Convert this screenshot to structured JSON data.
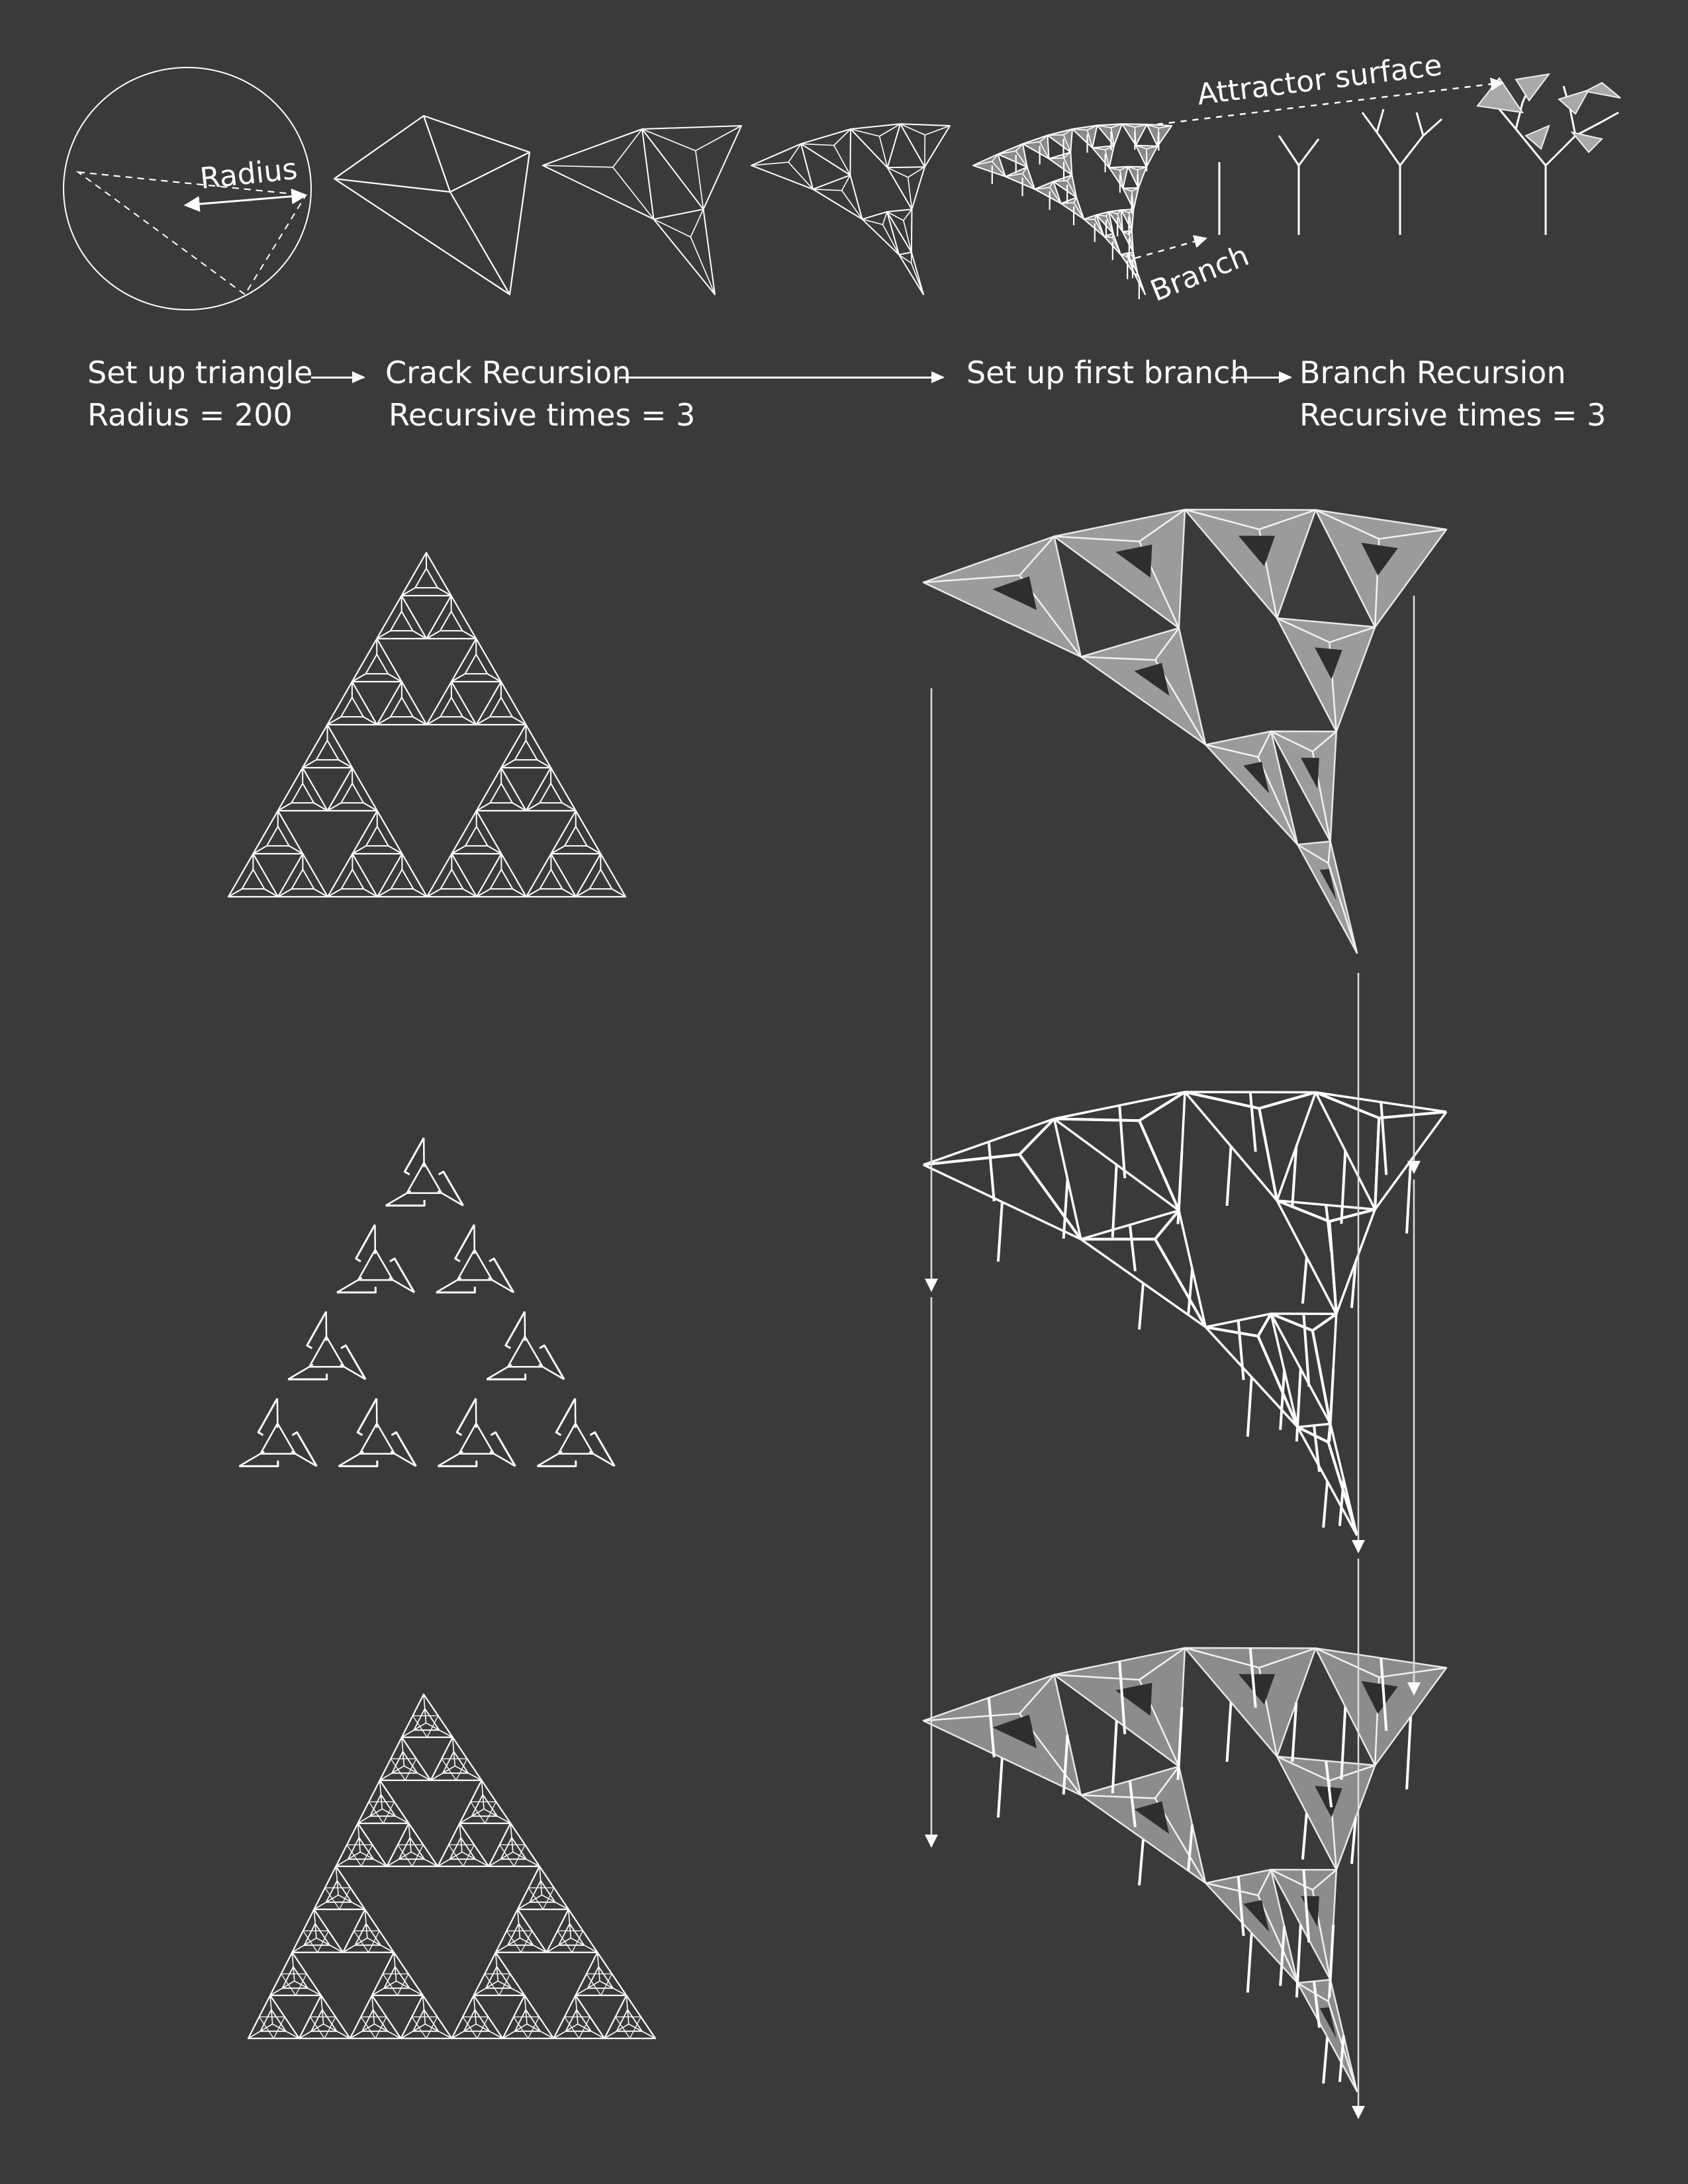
{
  "colors": {
    "background": "#3a3a3a",
    "line": "#ffffff",
    "surface_fill": "#9a9a9a",
    "surface_edge": "#e6e6e6"
  },
  "top_annotations": {
    "radius": "Radius",
    "attractor": "Attractor surface",
    "branch": "Branch"
  },
  "steps": [
    {
      "title": "Set up triangle",
      "detail": "Radius = 200"
    },
    {
      "title": "Crack Recursion",
      "detail": "Recursive times = 3"
    },
    {
      "title": "Set up first branch",
      "detail": ""
    },
    {
      "title": "Branch Recursion",
      "detail": "Recursive times = 3"
    }
  ]
}
